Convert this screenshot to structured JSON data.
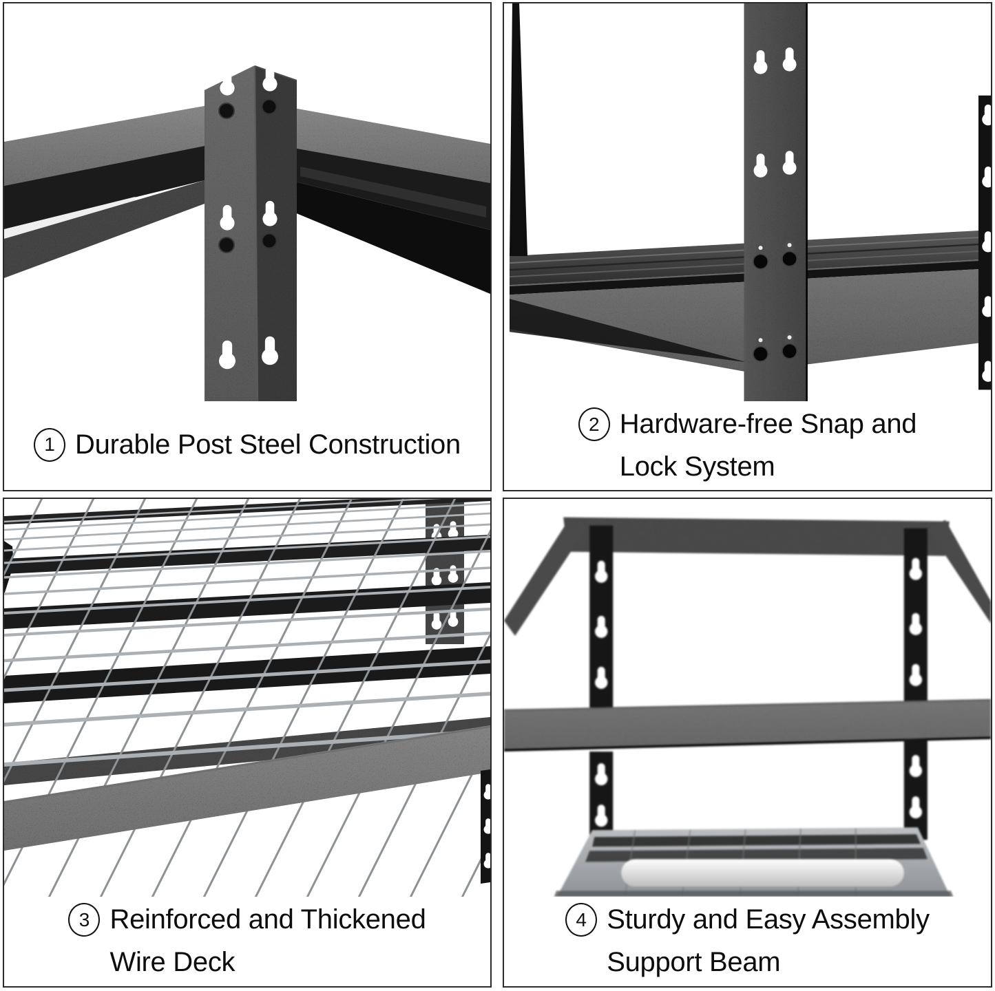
{
  "page": {
    "background": "#ffffff",
    "card_border_color": "#2b2b2b",
    "text_color": "#0d0d0d"
  },
  "colors": {
    "steel_black": "#161616",
    "steel_dark_face": "#101010",
    "steel_highlight": "#555555",
    "wire_gray": "#a8adb2",
    "deck_gray": "#9aa0a5",
    "hole_white": "#ffffff"
  },
  "cards": [
    {
      "number": "1",
      "caption_line1": "Durable Post Steel Construction",
      "caption_line2": "",
      "photo": "post-steel-corner-closeup"
    },
    {
      "number": "2",
      "caption_line1": "Hardware-free Snap and",
      "caption_line2": "Lock System",
      "photo": "snap-and-lock-post-closeup"
    },
    {
      "number": "3",
      "caption_line1": "Reinforced and Thickened",
      "caption_line2": "Wire Deck",
      "photo": "wire-deck-closeup"
    },
    {
      "number": "4",
      "caption_line1": "Sturdy and Easy Assembly",
      "caption_line2": "Support Beam",
      "photo": "support-beam-underside-view"
    }
  ]
}
